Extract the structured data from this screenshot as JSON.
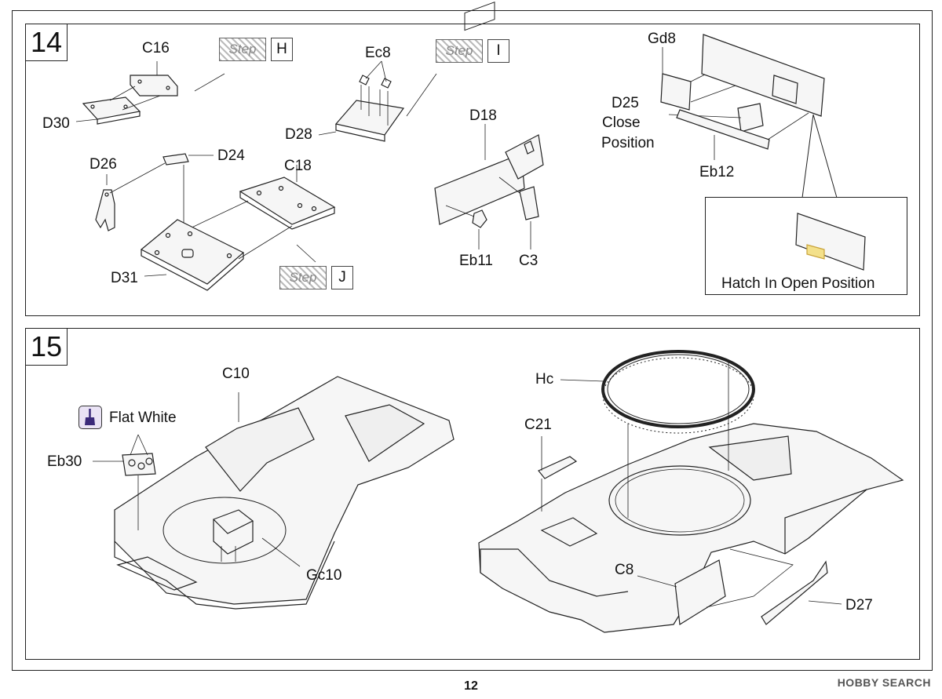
{
  "steps": {
    "s14": {
      "number": "14",
      "labels": {
        "c16": "C16",
        "d30": "D30",
        "ec8": "Ec8",
        "d28": "D28",
        "d26": "D26",
        "d24": "D24",
        "c18": "C18",
        "d31": "D31",
        "d18": "D18",
        "eb11": "Eb11",
        "c3": "C3",
        "gd8": "Gd8",
        "d25": "D25",
        "close": "Close",
        "position": "Position",
        "eb12": "Eb12"
      },
      "step_refs": [
        {
          "word": "Step",
          "letter": "H"
        },
        {
          "word": "Step",
          "letter": "I"
        },
        {
          "word": "Step",
          "letter": "J"
        }
      ],
      "inset_caption": "Hatch In Open Position"
    },
    "s15": {
      "number": "15",
      "labels": {
        "c10": "C10",
        "flat_white": "Flat White",
        "eb30": "Eb30",
        "gc10": "Gc10",
        "hc": "Hc",
        "c21": "C21",
        "c8": "C8",
        "d27": "D27"
      },
      "paint_icon": "paint-brush-icon",
      "inset_color": "#f3e08a"
    }
  },
  "page_number": "12",
  "watermark": "HOBBY SEARCH"
}
